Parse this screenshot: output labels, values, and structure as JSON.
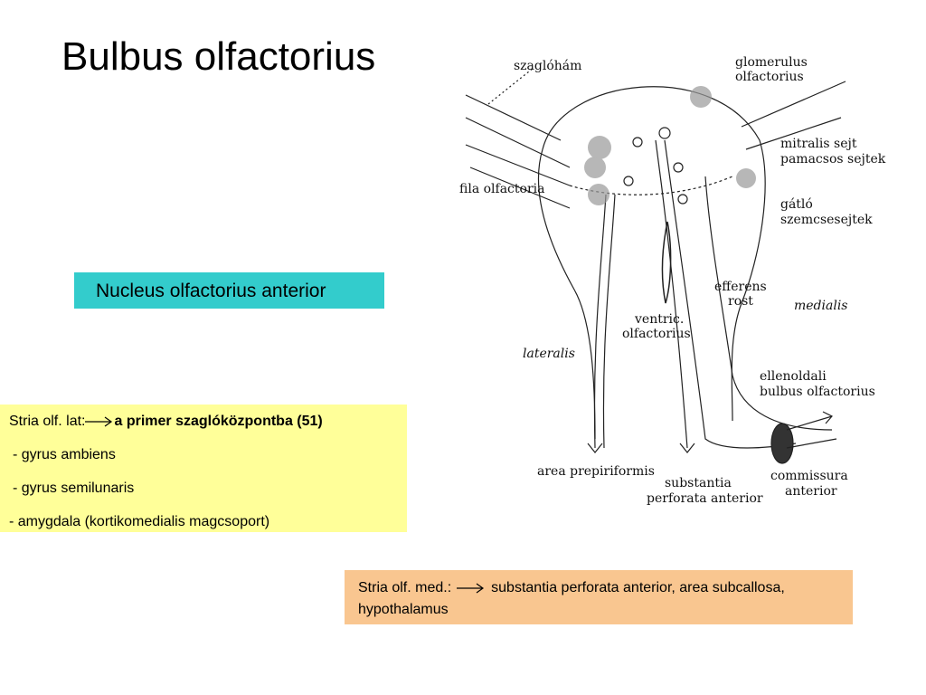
{
  "title": "Bulbus olfactorius",
  "nucleus_label": "Nucleus olfactorius anterior",
  "stria_lateral": {
    "heading": "Stria olf. lat:",
    "target": "a primer szaglóközpontba (51)",
    "items": [
      "- gyrus ambiens",
      "- gyrus semilunaris",
      "- amygdala (kortikomedialis magcsoport)"
    ]
  },
  "stria_medial": {
    "heading": "Stria olf. med.:",
    "text": "substantia perforata anterior, area subcallosa,  hypothalamus"
  },
  "diagram_labels": {
    "szaglohám": "szaglóhám",
    "glomerulus_1": "glomerulus",
    "glomerulus_2": "olfactorius",
    "mitralis": "mitralis sejt",
    "pamacsos": "pamacsos sejtek",
    "fila": "fila olfactoria",
    "gatlo_1": "gátló",
    "gatlo_2": "szemcsesejtek",
    "efferens_1": "efferens",
    "efferens_2": "rost",
    "medialis": "medialis",
    "ventric_1": "ventric.",
    "ventric_2": "olfactorius",
    "lateralis": "lateralis",
    "ellenoldali_1": "ellenoldali",
    "ellenoldali_2": "bulbus olfactorius",
    "area_prepiriformis": "area prepiriformis",
    "substantia_1": "substantia",
    "substantia_2": "perforata anterior",
    "commissura_1": "commissura",
    "commissura_2": "anterior"
  },
  "colors": {
    "nucleus_bg": "#33cccc",
    "lateral_bg": "#ffff99",
    "medial_bg": "#f9c690"
  }
}
